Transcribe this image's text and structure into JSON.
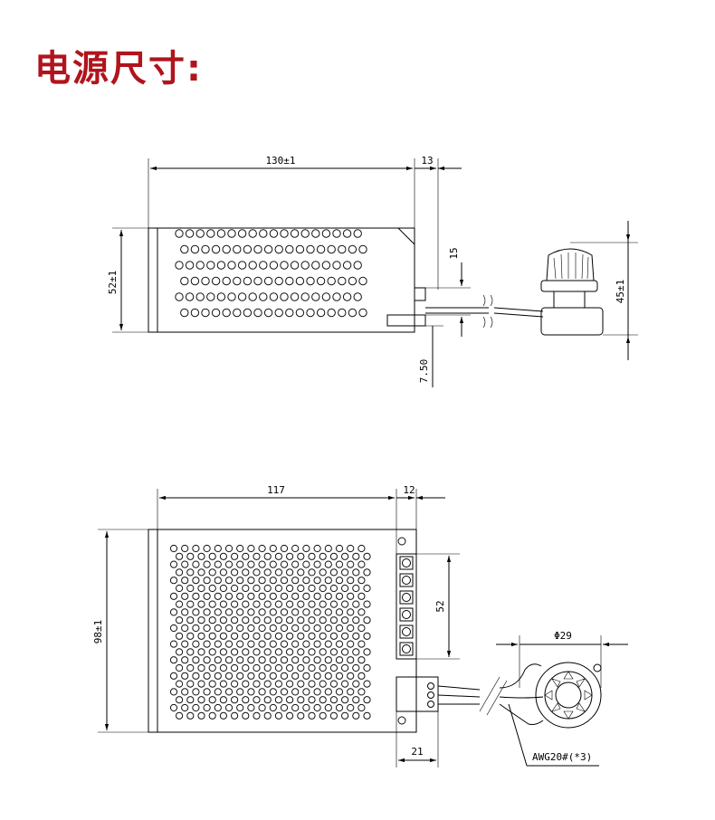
{
  "title": "电源尺寸:",
  "colors": {
    "title": "#b0141c",
    "line": "#000000"
  },
  "side_view": {
    "width_label": "130±1",
    "terminal_label": "13",
    "height_label": "52±1",
    "offset_label": "15",
    "bottom_label": "7.50",
    "knob_height_label": "45±1"
  },
  "top_view": {
    "width_label": "117",
    "terminal_label": "12",
    "height_label": "98±1",
    "terminal_span_label": "52",
    "connector_label": "21",
    "knob_diameter_label": "Φ29",
    "wire_label": "AWG20#(*3)"
  }
}
